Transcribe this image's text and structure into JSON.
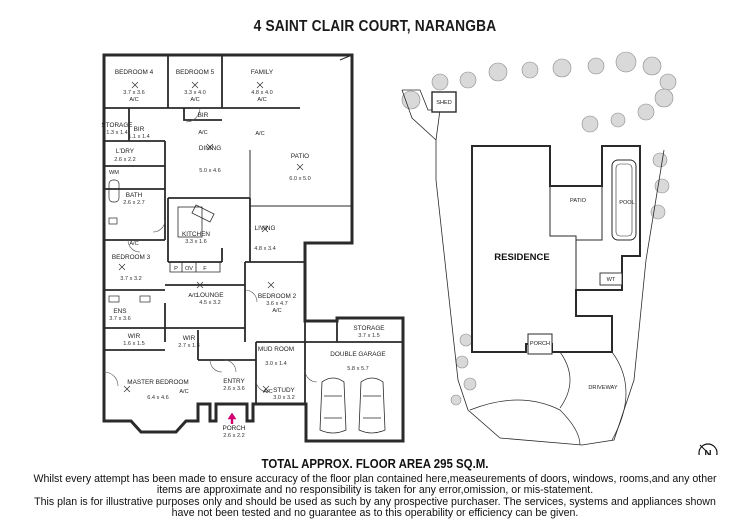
{
  "title": "4 SAINT CLAIR COURT, NARANGBA",
  "rooms": {
    "bedroom4": {
      "name": "BEDROOM 4",
      "dim": "3.7 x 3.6"
    },
    "bedroom5": {
      "name": "BEDROOM 5",
      "dim": "3.3 x 4.0"
    },
    "family": {
      "name": "FAMILY",
      "dim": "4.8 x 4.0"
    },
    "storage1": {
      "name": "STORAGE",
      "dim": "1.3 x 1.4"
    },
    "bir_small": {
      "name": "BIR",
      "dim": "1.1 x 1.4"
    },
    "bir": {
      "name": "BIR"
    },
    "ldry": {
      "name": "L'DRY",
      "dim": "2.6 x 2.2"
    },
    "dining": {
      "name": "DINING",
      "dim": "5.0 x 4.6"
    },
    "patio": {
      "name": "PATIO",
      "dim": "6.0 x 5.0"
    },
    "wm": {
      "name": "WM"
    },
    "bath": {
      "name": "BATH",
      "dim": "2.6 x 2.7"
    },
    "kitchen": {
      "name": "KITCHEN",
      "dim": "3.3 x 1.6"
    },
    "living": {
      "name": "LIVING",
      "dim": "4.8 x 3.4"
    },
    "bedroom3": {
      "name": "BEDROOM 3",
      "dim": "3.7 x 3.2"
    },
    "pantry": {
      "p": "P",
      "ov": "OV",
      "f": "F"
    },
    "lounge": {
      "name": "LOUNGE",
      "dim": "4.5 x 3.2"
    },
    "bedroom2": {
      "name": "BEDROOM 2",
      "dim": "3.6 x 4.7"
    },
    "ens": {
      "name": "ENS",
      "dim": "3.7 x 3.6"
    },
    "storage2": {
      "name": "STORAGE",
      "dim": "3.7 x 1.5"
    },
    "wir1": {
      "name": "WIR",
      "dim": "1.6 x 1.5"
    },
    "wir2": {
      "name": "WIR",
      "dim": "2.7 x 1.8"
    },
    "mudroom": {
      "name": "MUD ROOM",
      "dim": "3.0 x 1.4"
    },
    "garage": {
      "name": "DOUBLE GARAGE",
      "dim": "5.8 x 5.7"
    },
    "master": {
      "name": "MASTER BEDROOM",
      "dim": "6.4 x 4.6"
    },
    "entry": {
      "name": "ENTRY",
      "dim": "2.6 x 3.6"
    },
    "study": {
      "name": "STUDY",
      "dim": "3.0 x 3.2"
    },
    "porch": {
      "name": "PORCH",
      "dim": "2.6 x 2.2"
    }
  },
  "ac_label": "A/C",
  "site": {
    "shed": "SHED",
    "residence": "RESIDENCE",
    "patio": "PATIO",
    "pool": "POOL",
    "wt": "WT",
    "porch": "PORCH",
    "driveway": "DRIVEWAY",
    "north": "N"
  },
  "total_area": "TOTAL APPROX. FLOOR AREA 295 SQ.M.",
  "disclaimer": [
    "Whilst every attempt has been made to ensure accuracy of the floor plan contained here,measeurements of doors, windows, rooms,and any other",
    "items are approximate  and no responsibility is taken for any error,omission, or mis-statement.",
    "This plan is for illustrative purposes only and should be used as such by any prospective purchaser. The services, systems and appliances shown",
    "have not been tested and no guarantee as to this operability or efficiency can be given."
  ],
  "colors": {
    "wall": "#2a2a2a",
    "tree": "#d9d9d9",
    "accent_arrow": "#d0006f"
  }
}
